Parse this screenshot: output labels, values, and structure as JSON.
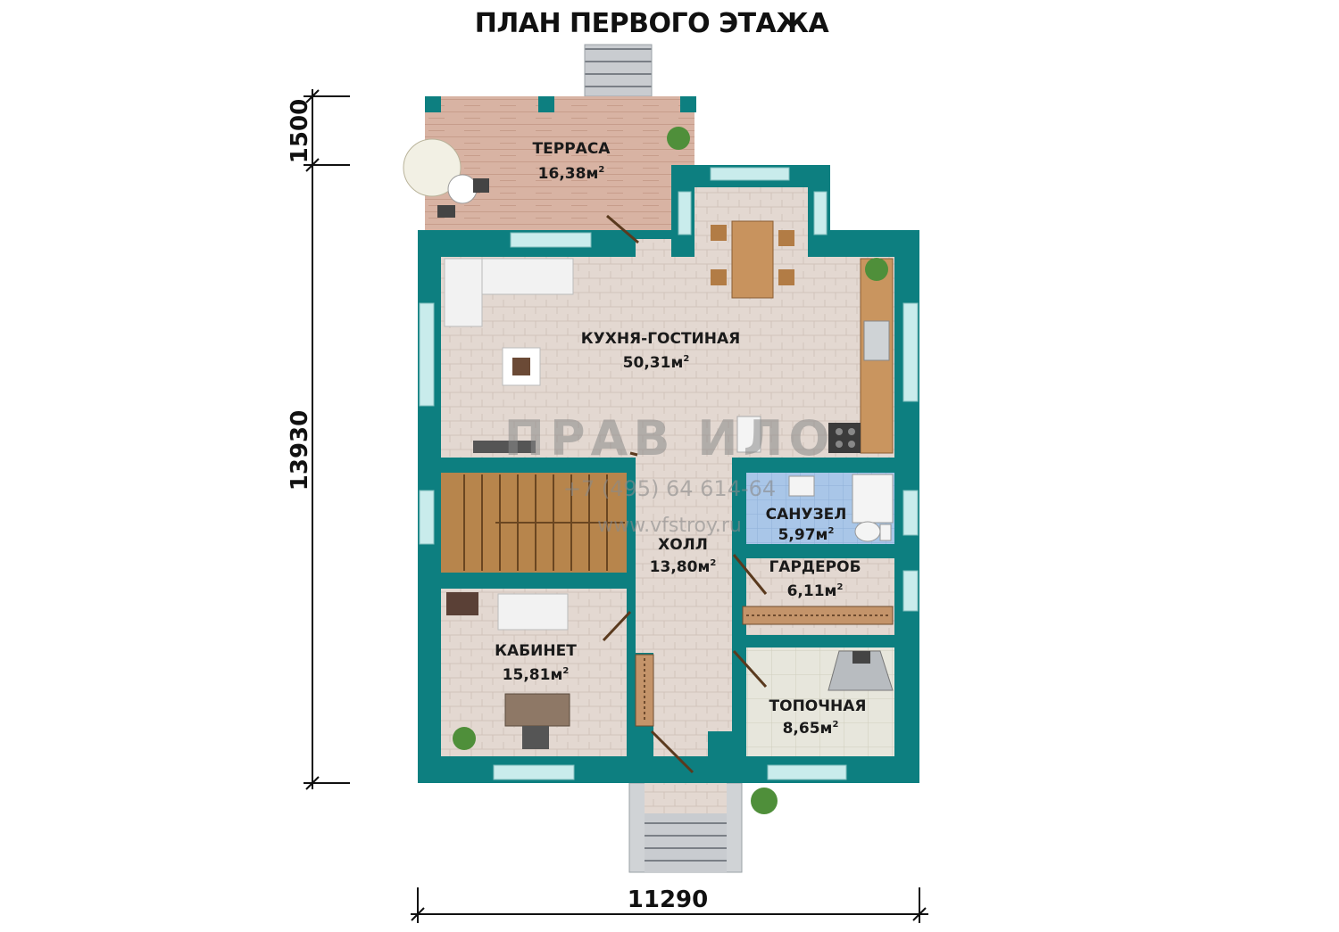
{
  "title": "ПЛАН ПЕРВОГО ЭТАЖА",
  "colors": {
    "wall": "#0d7f80",
    "wall_dark": "#08595a",
    "window": "#c9ecec",
    "floor_living": "#e2d6cf",
    "floor_terrace": "#d9b7a7",
    "floor_bath": "#a9c7e9",
    "floor_boiler": "#e6e5dc",
    "stairs": "#b7854c",
    "wood": "#a7774a"
  },
  "rooms": {
    "terrace": {
      "name": "ТЕРРАСА",
      "area": "16,38"
    },
    "kitchen": {
      "name": "КУХНЯ-ГОСТИНАЯ",
      "area": "50,31"
    },
    "bathroom": {
      "name": "САНУЗЕЛ",
      "area": "5,97"
    },
    "hall": {
      "name": "ХОЛЛ",
      "area": "13,80"
    },
    "wardrobe": {
      "name": "ГАРДЕРОБ",
      "area": "6,11"
    },
    "study": {
      "name": "КАБИНЕТ",
      "area": "15,81"
    },
    "boiler": {
      "name": "ТОПОЧНАЯ",
      "area": "8,65"
    }
  },
  "area_unit": "м",
  "area_sup": "2",
  "dimensions": {
    "terrace_depth": "1500",
    "house_depth": "13930",
    "house_width": "11290"
  },
  "watermark": {
    "logo": "ПРАВ ИЛО",
    "phone": "+7 (495) 64 614-64",
    "site": "www.vfstroy.ru"
  }
}
